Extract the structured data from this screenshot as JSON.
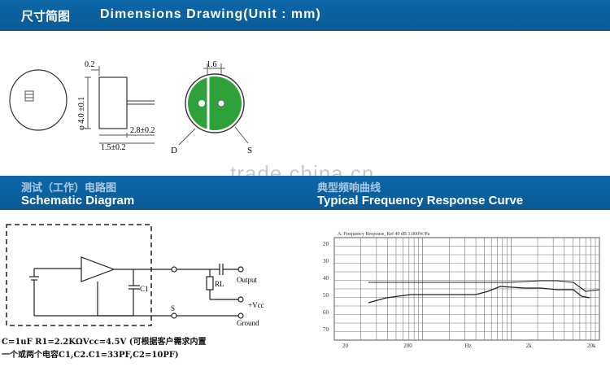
{
  "header": {
    "title_zh": "尺寸简图",
    "title_en": "Dimensions Drawing(Unit : mm)"
  },
  "dimensions": {
    "top_thickness": "0.2",
    "diameter": "φ 4.0 ±0.1",
    "height": "2.8±0.2",
    "pin_length": "1.5±0.2",
    "pin_pitch": "1.6",
    "label_d": "D",
    "label_s": "S"
  },
  "watermark": "trade.china.cn",
  "schematic": {
    "title_zh": "测试（工作）电路图",
    "title_en": "Schematic Diagram",
    "output_label": "Output",
    "vcc_label": "+Vcc",
    "ground_label": "Ground",
    "rl_label": "RL",
    "c1_label": "C1",
    "s_label": "S",
    "note_line1": "C=1uF R1=2.2KΩVcc=4.5V (可根据客户需求内置",
    "note_line2": "一个或两个电容C1,C2.C1=33PF,C2=10PF)"
  },
  "frequency": {
    "title_zh": "典型频响曲线",
    "title_en": "Typical Frequency Response Curve",
    "chart_header": "A: Frequency Response, Ref 40 dB 1.000W/Pa",
    "y_ticks": [
      "20",
      "30",
      "40",
      "50",
      "60",
      "70"
    ],
    "x_ticks": [
      "20",
      "200",
      "Hz",
      "2k",
      "20k"
    ]
  },
  "colors": {
    "band": "#0d67a8",
    "pcb_green": "#2fa13b"
  }
}
